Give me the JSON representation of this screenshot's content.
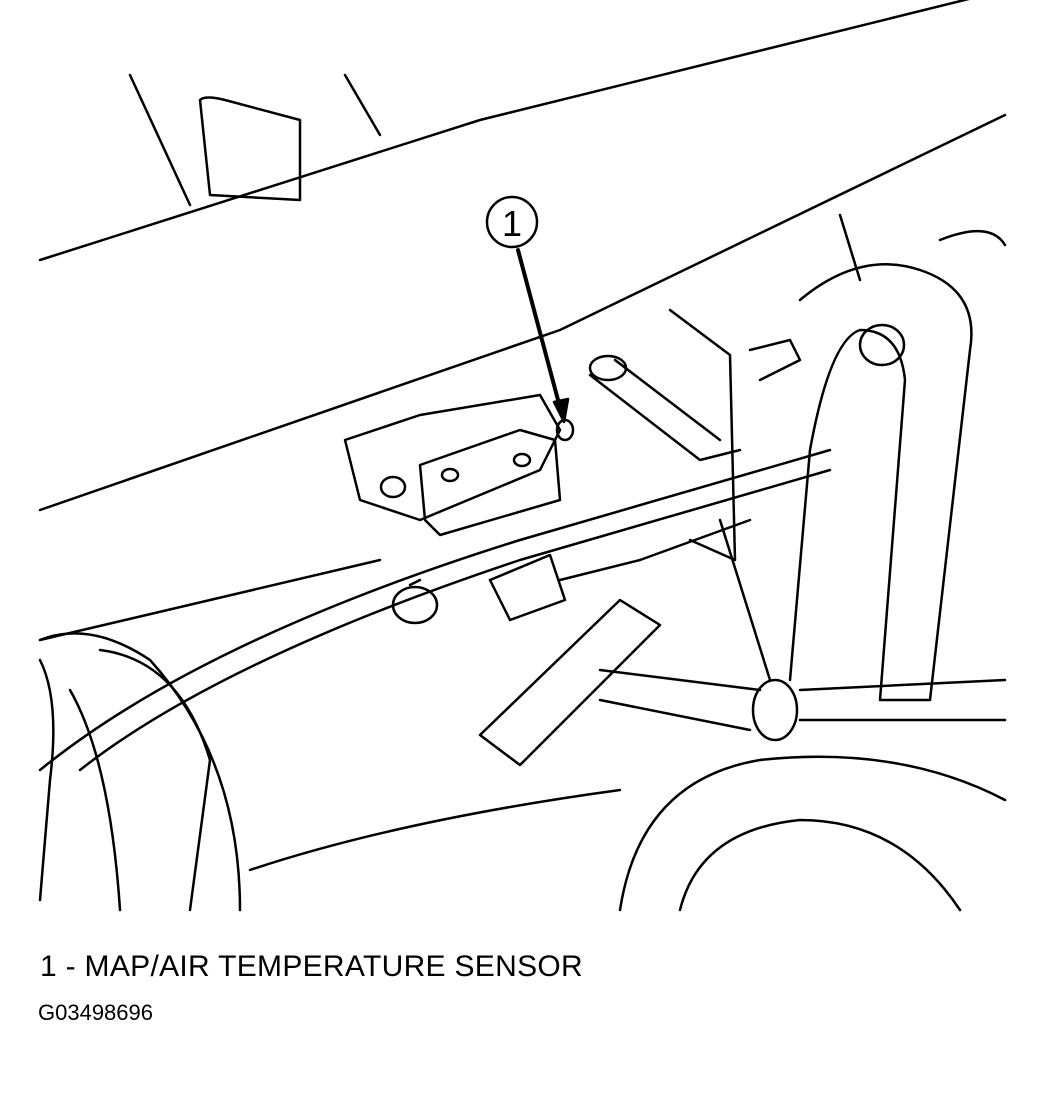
{
  "figure": {
    "callout_number": "1",
    "legend": "1 - MAP/AIR TEMPERATURE SENSOR",
    "figure_id": "G03498696"
  }
}
